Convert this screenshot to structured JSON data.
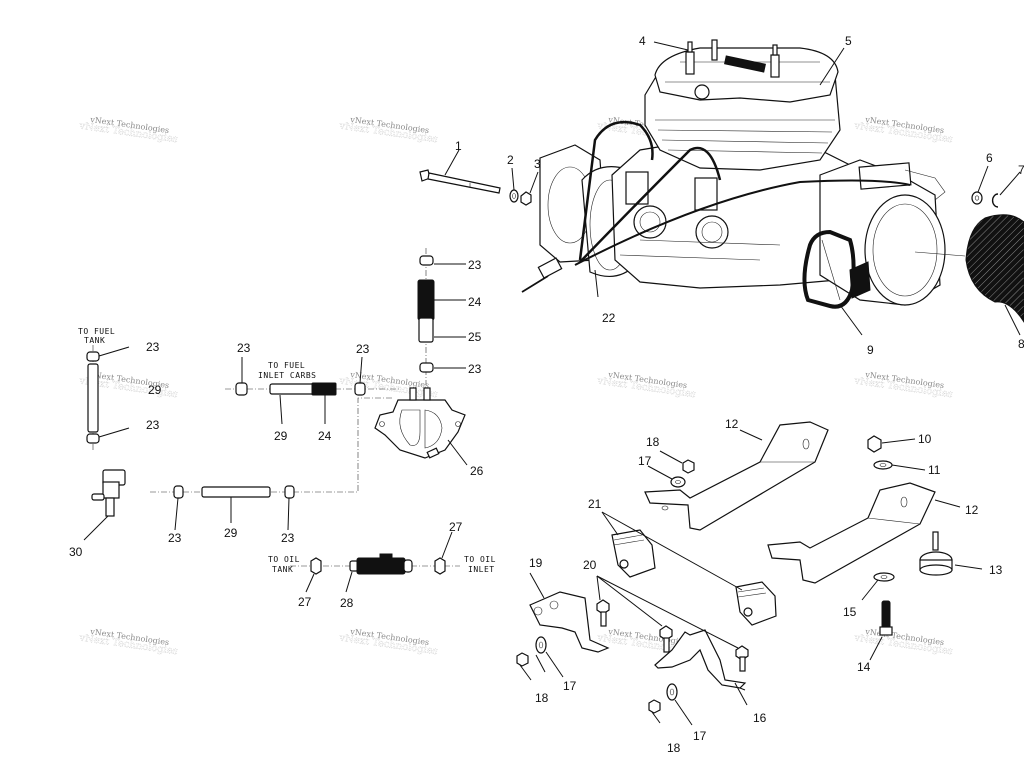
{
  "diagram": {
    "watermark": "vNext Technologies",
    "notes": {
      "to_fuel_tank": [
        "TO FUEL",
        "TANK"
      ],
      "to_fuel_inlet_carbs": [
        "TO FUEL",
        "INLET CARBS"
      ],
      "to_oil_tank": [
        "TO OIL",
        "TANK"
      ],
      "to_oil_inlet": [
        "TO OIL",
        "INLET"
      ]
    },
    "callouts": {
      "c1": "1",
      "c2": "2",
      "c3": "3",
      "c4": "4",
      "c5": "5",
      "c6": "6",
      "c7": "7",
      "c8": "8",
      "c9": "9",
      "c10": "10",
      "c11": "11",
      "c12a": "12",
      "c12b": "12",
      "c13": "13",
      "c14": "14",
      "c15": "15",
      "c16": "16",
      "c17a": "17",
      "c17b": "17",
      "c17c": "17",
      "c18a": "18",
      "c18b": "18",
      "c18c": "18",
      "c19": "19",
      "c20": "20",
      "c21": "21",
      "c22": "22",
      "c23a": "23",
      "c23b": "23",
      "c23c": "23",
      "c23d": "23",
      "c23e": "23",
      "c23f": "23",
      "c23g": "23",
      "c23h": "23",
      "c24a": "24",
      "c24b": "24",
      "c25": "25",
      "c26": "26",
      "c27a": "27",
      "c27b": "27",
      "c28": "28",
      "c29a": "29",
      "c29b": "29",
      "c29c": "29",
      "c30": "30"
    }
  }
}
